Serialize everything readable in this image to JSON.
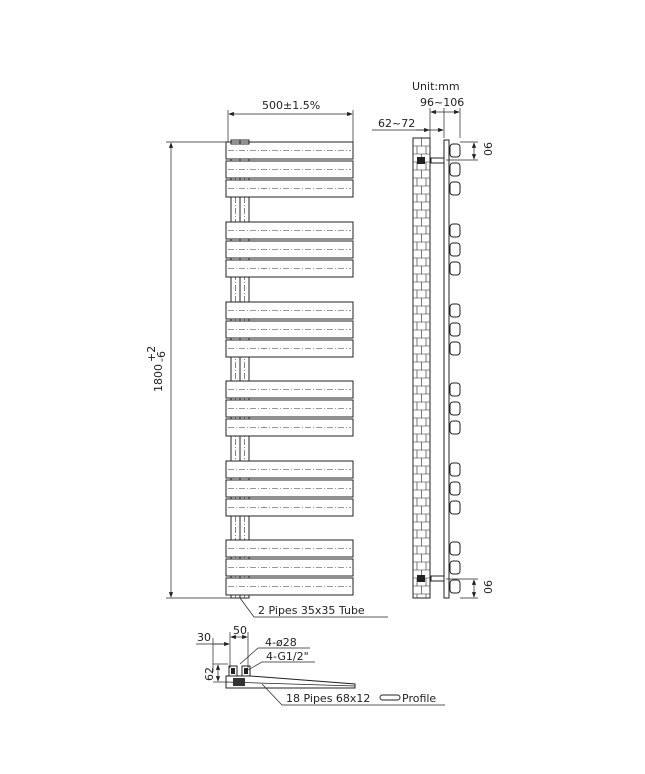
{
  "unit_label": "Unit:mm",
  "front_view": {
    "width_label": "500±1.5%",
    "height_label": "1800",
    "height_tol_plus": "+2",
    "height_tol_minus": "-6",
    "pipes_label": "2  Pipes  35x35  Tube",
    "bar_groups": [
      3,
      3,
      3,
      3,
      3,
      3
    ]
  },
  "side_view": {
    "depth_outer_label": "96~106",
    "depth_inner_label": "62~72",
    "bracket_top_label": "90",
    "bracket_bottom_label": "90"
  },
  "bottom_view": {
    "dim_30": "30",
    "dim_50": "50",
    "dim_62": "62",
    "holes_label": "4-ø28",
    "thread_label": "4-G1/2\"",
    "profile_label": "18  Pipes  68x12",
    "profile_suffix": "Profile"
  }
}
